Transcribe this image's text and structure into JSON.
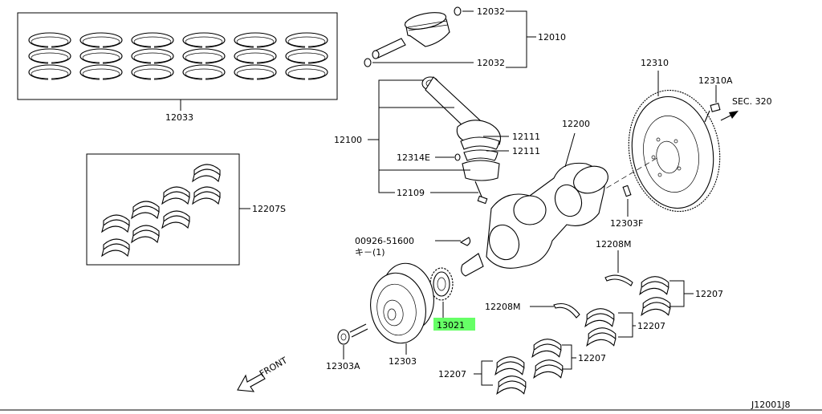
{
  "diagram": {
    "labels": {
      "p12032a": "12032",
      "p12032b": "12032",
      "p12010": "12010",
      "p12033": "12033",
      "p12310": "12310",
      "p12310a": "12310A",
      "sec320": "SEC. 320",
      "p12100": "12100",
      "p12111a": "12111",
      "p12111b": "12111",
      "p12314e": "12314E",
      "p12109": "12109",
      "p12200": "12200",
      "p12207s": "12207S",
      "p12303f": "12303F",
      "p00926": "00926-51600",
      "p00926sub": "キ－(1)",
      "p12208m_a": "12208M",
      "p12208m_b": "12208M",
      "p12207a": "12207",
      "p12207b": "12207",
      "p12207c": "12207",
      "p12207d": "12207",
      "p13021": "13021",
      "p12303": "12303",
      "p12303a": "12303A",
      "front": "FRONT",
      "code": "J12001J8"
    },
    "highlight_color": "#66ff66"
  }
}
